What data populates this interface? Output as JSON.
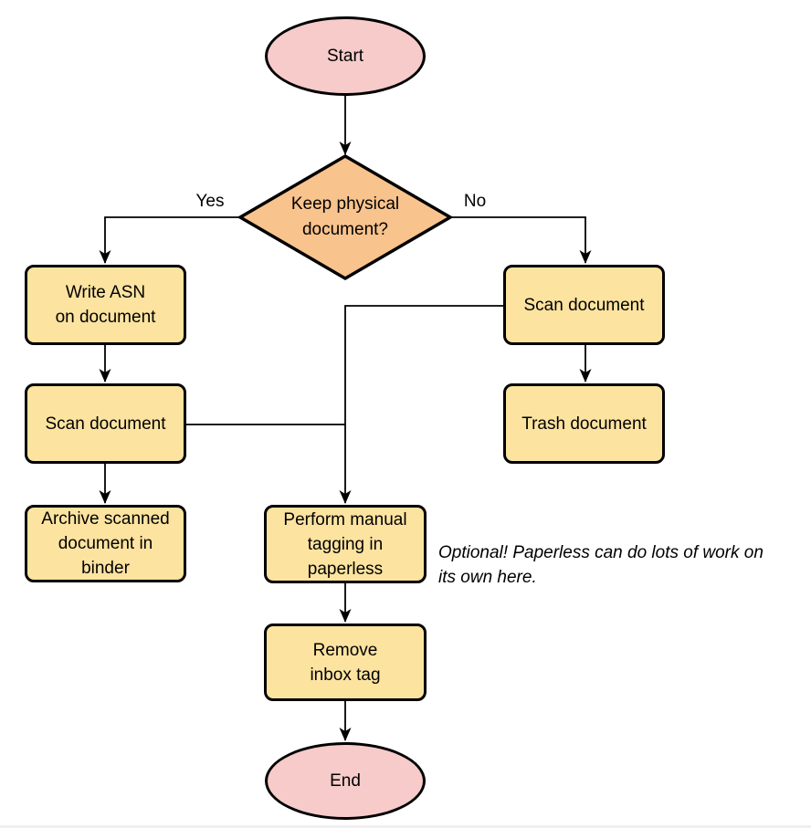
{
  "diagram": {
    "nodes": {
      "start": {
        "label": "Start",
        "shape": "terminator"
      },
      "decision": {
        "label": "Keep physical\ndocument?",
        "shape": "decision"
      },
      "write_asn": {
        "label": "Write ASN\non document",
        "shape": "process"
      },
      "scan_left": {
        "label": "Scan document",
        "shape": "process"
      },
      "archive": {
        "label": "Archive scanned\ndocument in\nbinder",
        "shape": "process"
      },
      "scan_right": {
        "label": "Scan document",
        "shape": "process"
      },
      "trash": {
        "label": "Trash document",
        "shape": "process"
      },
      "tagging": {
        "label": "Perform manual\ntagging in\npaperless",
        "shape": "process"
      },
      "remove_inbox": {
        "label": "Remove\ninbox tag",
        "shape": "process"
      },
      "end": {
        "label": "End",
        "shape": "terminator"
      }
    },
    "edge_labels": {
      "yes": "Yes",
      "no": "No"
    },
    "note": "Optional! Paperless can do lots of work on\nits own here.",
    "colors": {
      "terminator_fill": "#F6CBCA",
      "decision_fill": "#F9C38D",
      "process_fill": "#FCE3A0",
      "stroke": "#000000"
    }
  }
}
